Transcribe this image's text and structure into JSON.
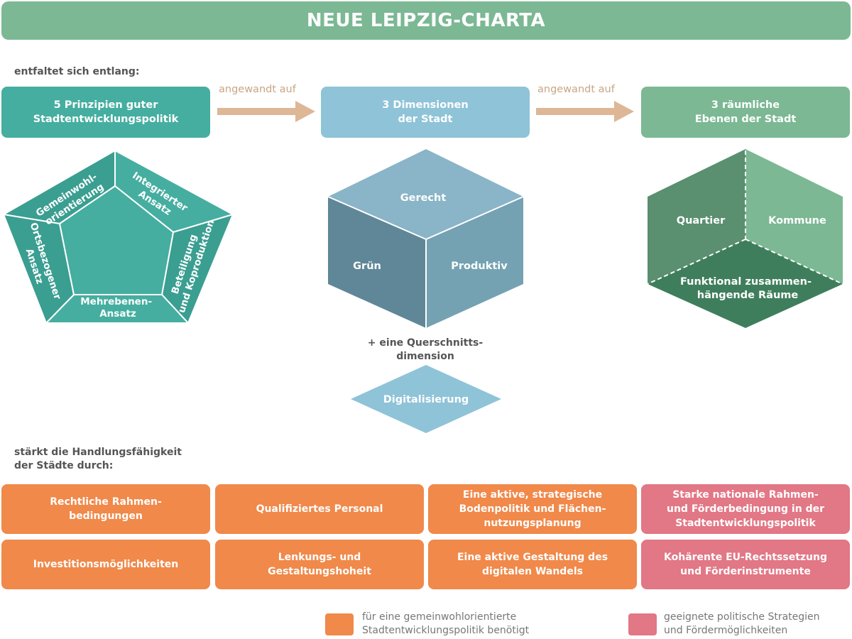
{
  "title": "NEUE LEIPZIG-CHARTA",
  "intro_label": "entfaltet sich entlang:",
  "flow": {
    "box1": [
      "5 Prinzipien guter",
      "Stadtentwicklungspolitik"
    ],
    "arrow1": "angewandt auf",
    "box2": [
      "3 Dimensionen",
      "der Stadt"
    ],
    "arrow2": "angewandt auf",
    "box3": [
      "3 räumliche",
      "Ebenen der Stadt"
    ]
  },
  "pentagon": {
    "gemeinwohl": [
      "Gemeinwohl-",
      "orientierung"
    ],
    "integriert": [
      "Integrierter",
      "Ansatz"
    ],
    "beteiligung": [
      "Beteiligung",
      "und Koproduktion"
    ],
    "mehrebenen": [
      "Mehrebenen-",
      "Ansatz"
    ],
    "orts": [
      "Ortsbezogener",
      "Ansatz"
    ]
  },
  "cube": {
    "top": "Gerecht",
    "left": "Grün",
    "right": "Produktiv"
  },
  "querschnitt": [
    "+ eine Querschnitts-",
    "dimension"
  ],
  "digital": "Digitalisierung",
  "hexagon": {
    "left": "Quartier",
    "right": "Kommune",
    "bottom": [
      "Funktional zusammen-",
      "hängende Räume"
    ]
  },
  "strengthen_label": [
    "stärkt die Handlungsfähigkeit",
    "der Städte durch:"
  ],
  "boxes": {
    "r1c1": [
      "Rechtliche Rahmen-",
      "bedingungen"
    ],
    "r1c2": [
      "Qualifiziertes Personal"
    ],
    "r1c3": [
      "Eine aktive, strategische",
      "Bodenpolitik und Flächen-",
      "nutzungsplanung"
    ],
    "r1c4": [
      "Starke nationale Rahmen-",
      "und Förderbedingung in der",
      "Stadtentwicklungspolitik"
    ],
    "r2c1": [
      "Investitionsmöglichkeiten"
    ],
    "r2c2": [
      "Lenkungs- und",
      "Gestaltungshoheit"
    ],
    "r2c3": [
      "Eine aktive Gestaltung des",
      "digitalen Wandels"
    ],
    "r2c4": [
      "Kohärente EU-Rechtssetzung",
      "und Förderinstrumente"
    ]
  },
  "legend": {
    "orange": [
      "für eine gemeinwohlorientierte",
      "Stadtentwicklungspolitik benötigt"
    ],
    "pink": [
      "geeignete politische Strategien",
      "und Fördermöglichkeiten"
    ]
  },
  "colors": {
    "banner": "#7bb893",
    "teal": "#45aea0",
    "blue": "#8fc3d8",
    "green": "#7bb893",
    "orange": "#f0894a",
    "pink": "#e27785",
    "arrow": "#ddb796"
  }
}
